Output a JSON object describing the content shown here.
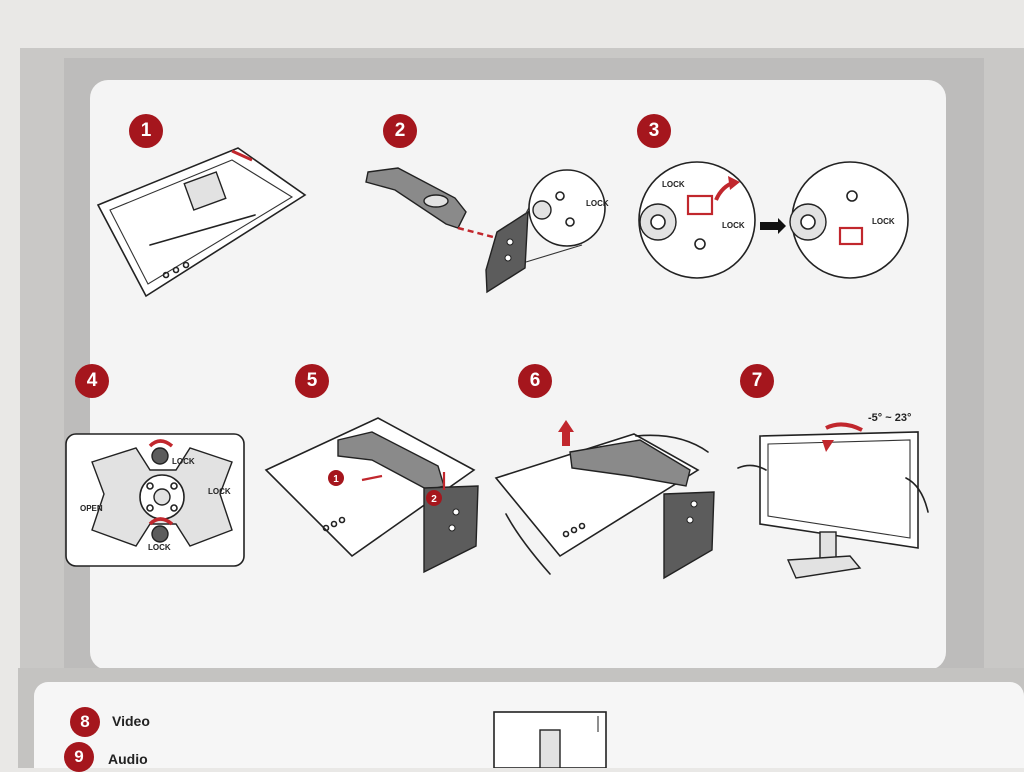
{
  "steps": [
    "1",
    "2",
    "3",
    "4",
    "5",
    "6",
    "7"
  ],
  "callouts": {
    "one": "1",
    "two": "2"
  },
  "labels": {
    "lock": "LOCK",
    "open": "OPEN",
    "tilt": "-5° ~ 23°"
  },
  "bottom": {
    "items": [
      {
        "number": "8",
        "label": "Video"
      },
      {
        "number": "9",
        "label": "Audio"
      }
    ]
  },
  "colors": {
    "accent": "#a5161d",
    "panel": "#f4f4f4",
    "frame": "#bdbcbb"
  }
}
